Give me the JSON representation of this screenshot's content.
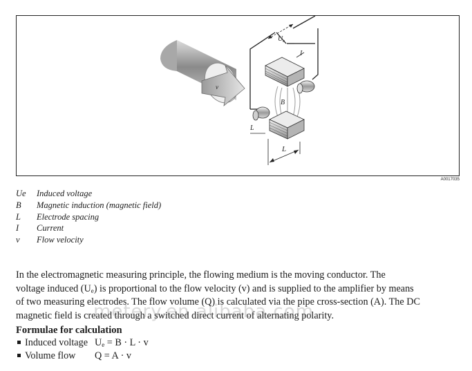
{
  "figure": {
    "code": "A0017035",
    "labels": {
      "ue": "U",
      "ue_sub": "e",
      "current": "I",
      "field": "B",
      "spacing_small": "L",
      "spacing_big": "L",
      "velocity": "v"
    }
  },
  "legend": [
    {
      "symbol": "Ue",
      "description": "Induced voltage"
    },
    {
      "symbol": "B",
      "description": "Magnetic induction (magnetic field)"
    },
    {
      "symbol": "L",
      "description": "Electrode spacing"
    },
    {
      "symbol": "I",
      "description": "Current"
    },
    {
      "symbol": "v",
      "description": "Flow velocity"
    }
  ],
  "paragraph": {
    "l1": "In the electromagnetic measuring principle, the flowing medium is the moving conductor. The",
    "l2a": "voltage induced (U",
    "l2sub": "e",
    "l2b": ") is proportional to the flow velocity (v) and is supplied to the amplifier by means",
    "l3": "of two measuring electrodes. The flow volume (Q) is calculated via the pipe cross-section (A). The DC",
    "l4": "magnetic field is created through a switched direct current of alternating polarity."
  },
  "formulae": {
    "heading": "Formulae for calculation",
    "f1_label": "Induced voltage",
    "f1_a": "U",
    "f1_sub": "e",
    "f1_b": " = B · L · v",
    "f2_label": "Volume flow",
    "f2_expr": "Q = A · v"
  },
  "watermark": "metery.en.alibaba.com"
}
